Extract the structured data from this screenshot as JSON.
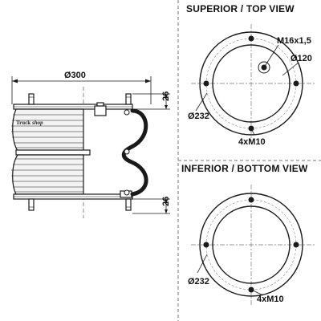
{
  "brand": {
    "name": "Truck",
    "suffix": "shop"
  },
  "side_view": {
    "diameter_label": "Ø300",
    "top_height_label": "26",
    "bottom_height_label": "26"
  },
  "top_view": {
    "title": "SUPERIOR / TOP VIEW",
    "thread_label": "M16x1,5",
    "inner_diameter_label": "Ø120",
    "bolt_circle_label": "Ø232",
    "bolts_label": "4xM10"
  },
  "bottom_view": {
    "title": "INFERIOR / BOTTOM VIEW",
    "bolt_circle_label": "Ø232",
    "bolts_label": "4xM10"
  },
  "colors": {
    "line": "#1a1a1a",
    "dash": "#777777",
    "shade": "#d9d9d9"
  }
}
